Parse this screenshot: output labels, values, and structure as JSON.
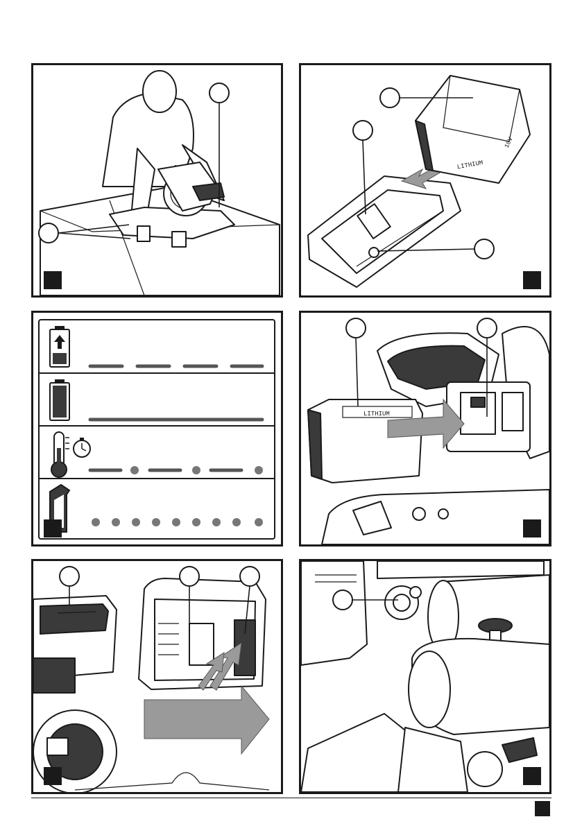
{
  "battery": {
    "brand_text_a": "LITHIUM",
    "brand_text_b": "LITHIUM",
    "voltage_text": "18V"
  }
}
